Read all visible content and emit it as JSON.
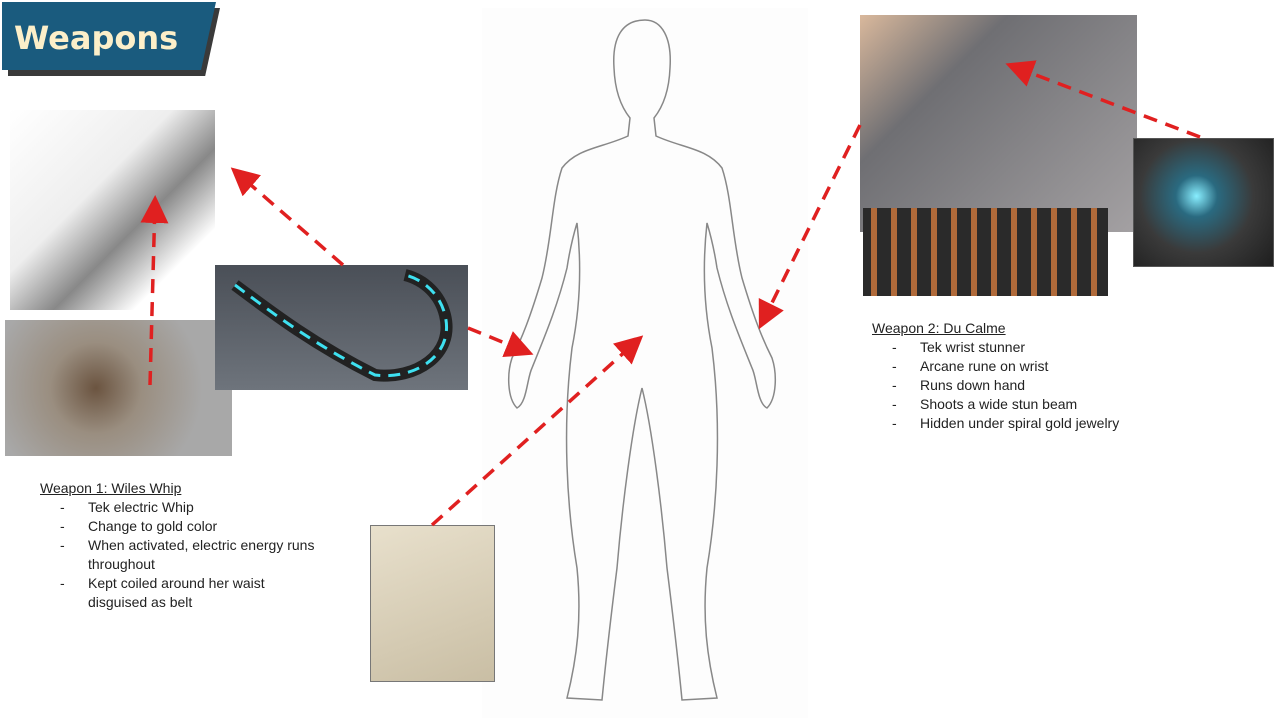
{
  "title": "Weapons",
  "weapon1": {
    "heading": "Weapon 1: Wiles Whip",
    "items": [
      "Tek electric Whip",
      "Change to gold color",
      "When activated, electric energy runs throughout",
      "Kept coiled around her waist disguised as belt"
    ]
  },
  "weapon2": {
    "heading": "Weapon 2: Du Calme",
    "items": [
      "Tek wrist stunner",
      "Arcane rune on wrist",
      "Runs down hand",
      "Shoots a wide stun beam",
      "Hidden under spiral gold jewelry"
    ]
  },
  "colors": {
    "title_bg": "#1a5b7e",
    "title_text": "#fcefc9",
    "arrow": "#e02020"
  }
}
